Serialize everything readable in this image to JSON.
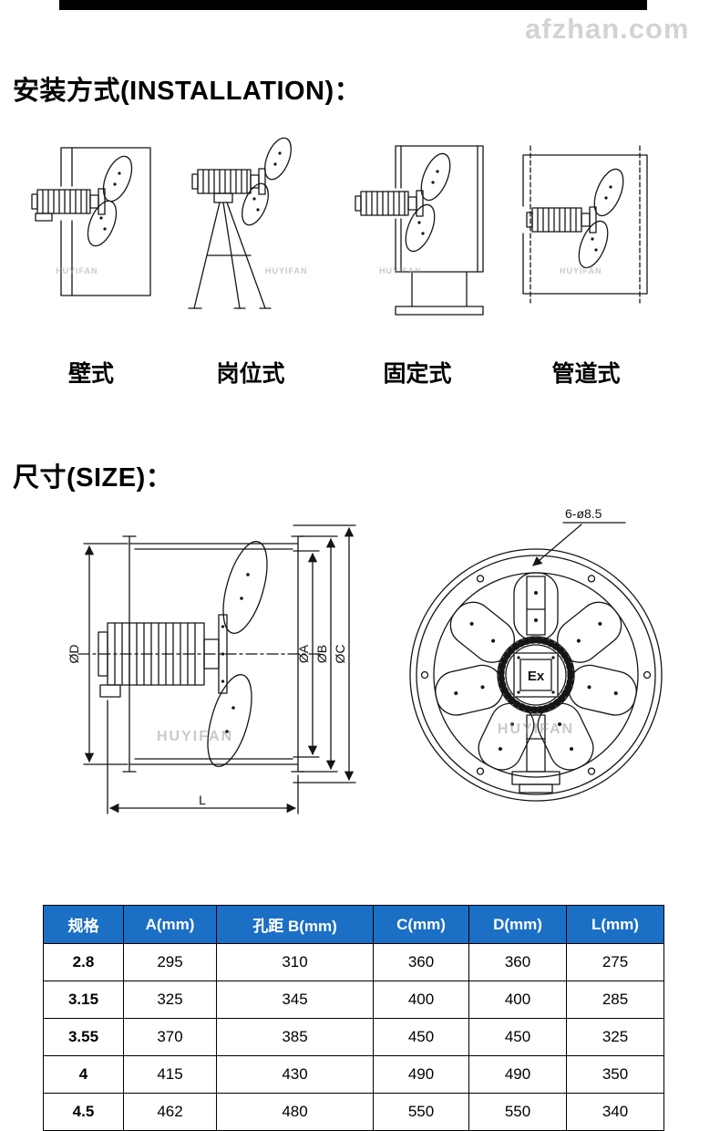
{
  "page": {
    "watermark": "afzhan.com"
  },
  "drawings_watermark": "HUYIFAN",
  "installation": {
    "title": "安装方式(INSTALLATION)：",
    "methods": [
      {
        "label": "壁式"
      },
      {
        "label": "岗位式"
      },
      {
        "label": "固定式"
      },
      {
        "label": "管道式"
      }
    ]
  },
  "size": {
    "title": "尺寸(SIZE)：",
    "dims": {
      "d": "ØD",
      "a": "ØA",
      "b": "ØB",
      "c": "ØC",
      "l": "L"
    },
    "holes_label": "6-ø8.5",
    "ex_label": "Ex"
  },
  "table": {
    "header_bg": "#1b6fc5",
    "headers": [
      "规格",
      "A(mm)",
      "孔距 B(mm)",
      "C(mm)",
      "D(mm)",
      "L(mm)"
    ],
    "rows": [
      [
        "2.8",
        "295",
        "310",
        "360",
        "360",
        "275"
      ],
      [
        "3.15",
        "325",
        "345",
        "400",
        "400",
        "285"
      ],
      [
        "3.55",
        "370",
        "385",
        "450",
        "450",
        "325"
      ],
      [
        "4",
        "415",
        "430",
        "490",
        "490",
        "350"
      ],
      [
        "4.5",
        "462",
        "480",
        "550",
        "550",
        "340"
      ]
    ]
  }
}
